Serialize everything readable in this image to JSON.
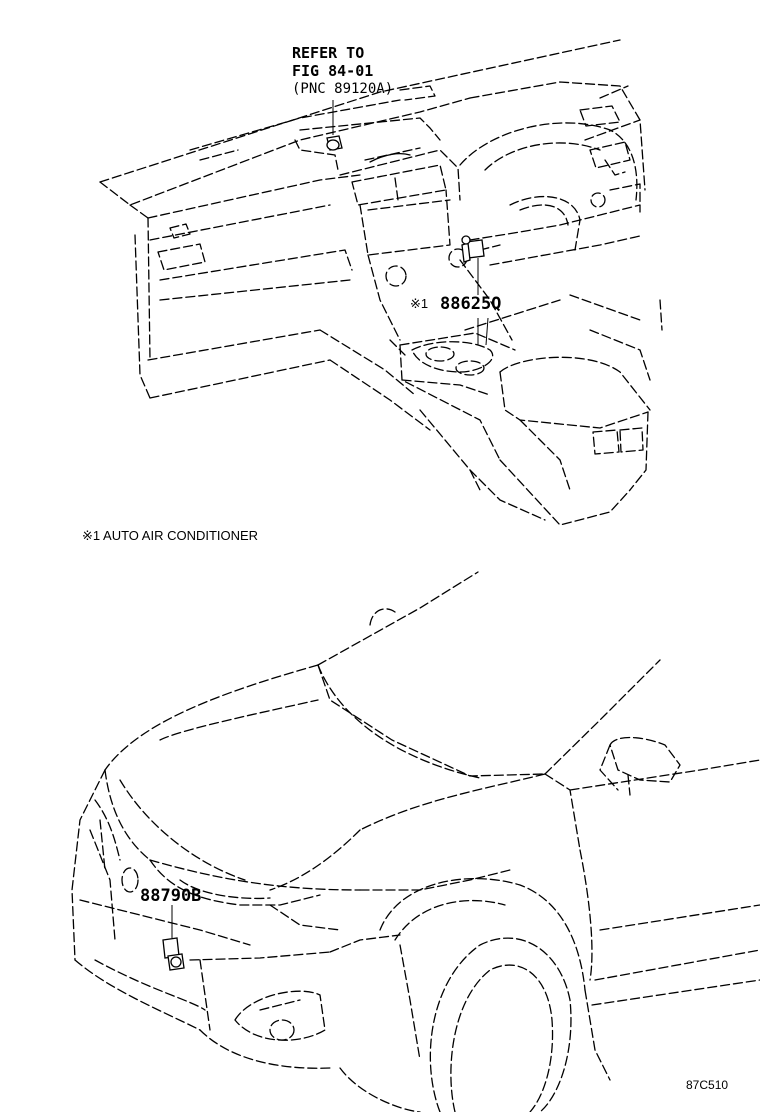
{
  "callouts": {
    "refer_line1": "REFER TO",
    "refer_line2": "FIG 84-01",
    "refer_line3": "(PNC 89120A)",
    "interior_marker": "※1",
    "interior_part": "88625Q",
    "exterior_part": "88790B"
  },
  "footnote": "※1 AUTO AIR CONDITIONER",
  "figure_code": "87C510"
}
